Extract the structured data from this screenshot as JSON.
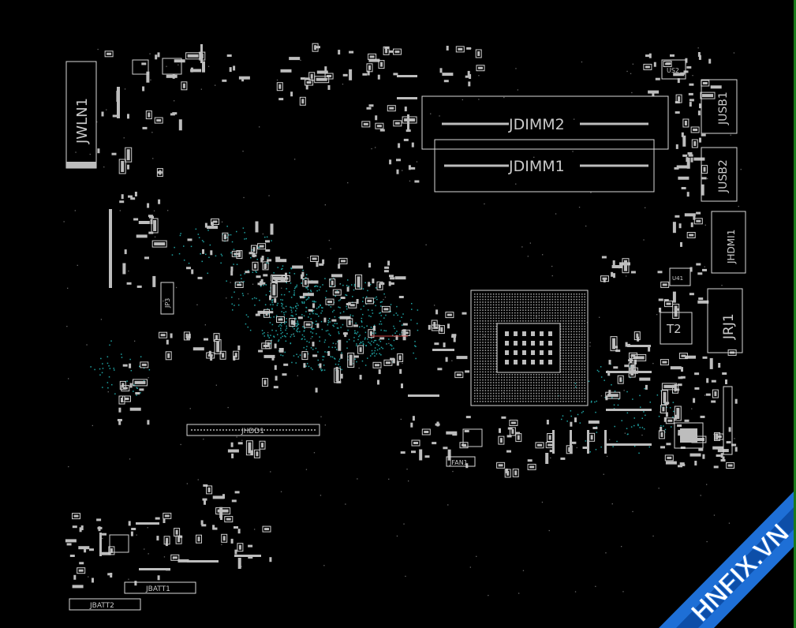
{
  "board": {
    "background": "#000000",
    "outline_color": "#d8d8d8",
    "via_color": "#1fa3a3",
    "edge_color": "#1b7a1b"
  },
  "labels": {
    "jwln1": "JWLN1",
    "jdimm2": "JDIMM2",
    "jdimm1": "JDIMM1",
    "jusb1": "JUSB1",
    "jusb2": "JUSB2",
    "jhdmi1": "JHDMI1",
    "jrj1": "JRJ1",
    "t2": "T2",
    "jhdd1": "JHDD1",
    "jfan1": "JFAN1",
    "jbatt1": "JBATT1",
    "jbatt2": "JBATT2",
    "jp3": "JP3",
    "us2": "US2",
    "u41": "U41"
  },
  "watermark": {
    "text": "HNFIX.VN",
    "fill_color": "#ffffff",
    "band_color": "#1e6fd6"
  }
}
